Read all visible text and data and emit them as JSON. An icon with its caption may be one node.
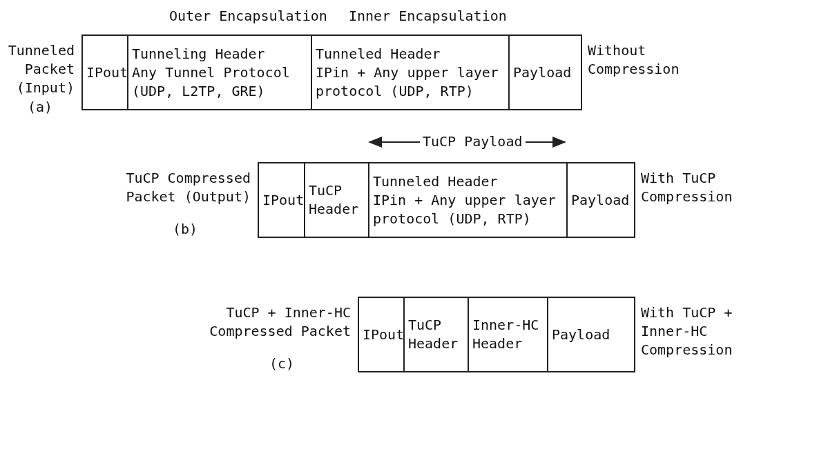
{
  "diagram": {
    "nodes": [
      {
        "text": [
          "IPout"
        ]
      },
      {
        "text": [
          "Tunneling Header",
          "Any Tunnel Protocol (UDP, L2TP, GRE)"
        ]
      },
      {
        "text": [
          "Tunneled Header",
          "IPin + Any upper layer protocol (UDP, RTP)"
        ]
      },
      {
        "text": [
          "Payload"
        ]
      },
      {
        "text": [
          "IPout"
        ]
      },
      {
        "text": [
          "TuCP Header"
        ]
      },
      {
        "text": [
          "Tunneled Header",
          "IPin + Any upper layer protocol (UDP, RTP)"
        ]
      },
      {
        "text": [
          "Payload"
        ]
      },
      {
        "text": [
          "IPout"
        ]
      },
      {
        "text": [
          "TuCP Header"
        ]
      },
      {
        "text": [
          "Inner-HC Header"
        ]
      },
      {
        "text": [
          "Payload"
        ]
      }
    ],
    "edges": [],
    "labels": [
      "Outer Encapsulation",
      "Inner Encapsulation",
      "Tunneled Packet (Input)",
      "(a)",
      "Without Compression",
      "TuCP Payload",
      "TuCP Compressed Packet (Output)",
      "(b)",
      "With TuCP Compression",
      "TuCP + Inner-HC Compressed Packet",
      "(c)",
      "With TuCP + Inner-HC Compression"
    ]
  }
}
